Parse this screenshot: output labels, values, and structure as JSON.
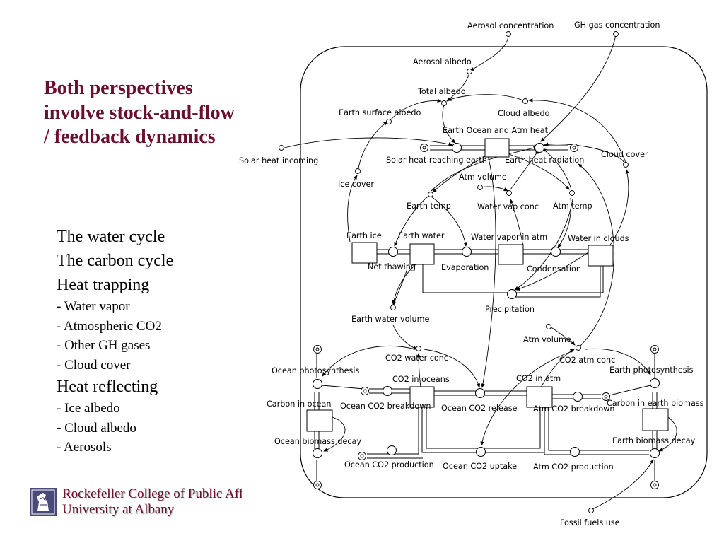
{
  "slide": {
    "title": "Both perspectives involve stock-and-flow / feedback dynamics",
    "bullets": [
      {
        "text": "The water cycle",
        "level": 1
      },
      {
        "text": "The carbon cycle",
        "level": 1
      },
      {
        "text": "Heat trapping",
        "level": 1
      },
      {
        "text": "- Water vapor",
        "level": 2
      },
      {
        "text": "- Atmospheric CO2",
        "level": 2
      },
      {
        "text": "- Other GH gases",
        "level": 2
      },
      {
        "text": "- Cloud cover",
        "level": 2
      },
      {
        "text": "Heat reflecting",
        "level": 1
      },
      {
        "text": "- Ice albedo",
        "level": 2
      },
      {
        "text": "- Cloud albedo",
        "level": 2
      },
      {
        "text": "- Aerosols",
        "level": 2
      }
    ],
    "footer": {
      "line1": "Rockefeller College of Public Affairs & Policy",
      "line2": "University at Albany",
      "seal_icon": "university-seal-icon"
    },
    "colors": {
      "title": "#6b0f2f",
      "footer": "#6b0f2f"
    }
  },
  "diagram": {
    "labels": {
      "aerosol_concentration": "Aerosol concentration",
      "gh_gas_concentration": "GH gas concentration",
      "aerosol_albedo": "Aerosol albedo",
      "total_albedo": "Total albedo",
      "earth_surface_albedo": "Earth surface albedo",
      "cloud_albedo": "Cloud albedo",
      "earth_ocean_atm_heat": "Earth Ocean and Atm heat",
      "solar_heat_incoming": "Solar heat incoming",
      "solar_heat_reaching_earth": "Solar heat reaching earth",
      "earth_heat_radiation": "Earth heat radiation",
      "cloud_cover": "Cloud cover",
      "atm_volume_top": "Atm volume",
      "ice_cover": "Ice cover",
      "earth_temp": "Earth temp",
      "water_vap_conc": "Water vap conc",
      "atm_temp": "Atm temp",
      "earth_ice": "Earth ice",
      "earth_water": "Earth water",
      "water_vapor_in_atm": "Water vapor in atm",
      "water_in_clouds": "Water in clouds",
      "net_thawing": "Net thawing",
      "evaporation": "Evaporation",
      "condensation": "Condensation",
      "precipitation": "Precipitation",
      "earth_water_volume": "Earth water volume",
      "atm_volume_mid": "Atm volume",
      "co2_water_conc": "CO2 water conc",
      "co2_atm_conc": "CO2 atm conc",
      "ocean_photosynthesis": "Ocean photosynthesis",
      "earth_photosynthesis": "Earth photosynthesis",
      "co2_in_oceans": "CO2 in oceans",
      "co2_in_atm": "CO2 in atm",
      "carbon_in_ocean": "Carbon in ocean",
      "ocean_co2_breakdown": "Ocean CO2 breakdown",
      "ocean_co2_release": "Ocean CO2 release",
      "atm_co2_breakdown": "Atm CO2 breakdown",
      "carbon_in_earth_biomass": "Carbon in earth biomass",
      "ocean_biomass_decay": "Ocean biomass decay",
      "earth_biomass_decay": "Earth biomass decay",
      "ocean_co2_production": "Ocean CO2 production",
      "ocean_co2_uptake": "Ocean CO2 uptake",
      "atm_co2_production": "Atm CO2 production",
      "fossil_fuels_use": "Fossil fuels use"
    }
  }
}
